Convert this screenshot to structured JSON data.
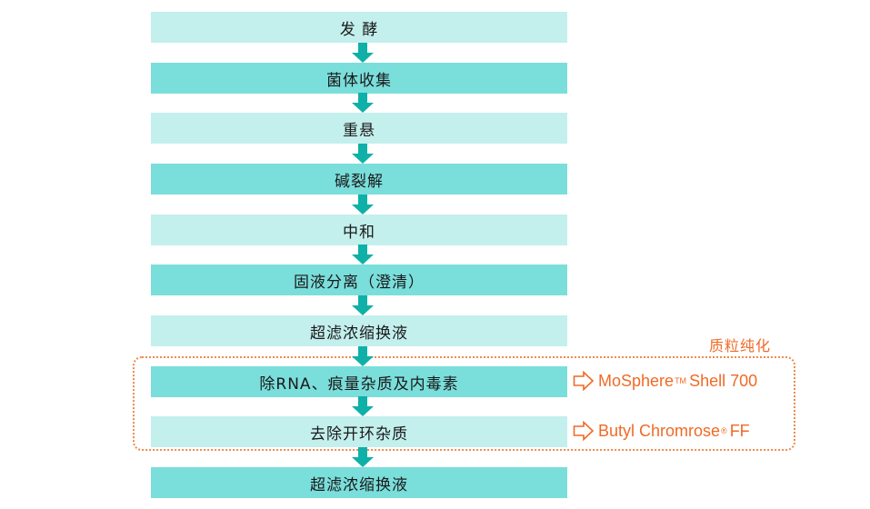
{
  "colors": {
    "step_light": "#c3efed",
    "step_dark": "#7adedb",
    "arrow": "#0fb0a8",
    "accent_orange": "#f06a26"
  },
  "steps": [
    {
      "label": "发 酵",
      "shade": "light"
    },
    {
      "label": "菌体收集",
      "shade": "dark"
    },
    {
      "label": "重悬",
      "shade": "light"
    },
    {
      "label": "碱裂解",
      "shade": "dark"
    },
    {
      "label": "中和",
      "shade": "light"
    },
    {
      "label": "固液分离（澄清）",
      "shade": "dark"
    },
    {
      "label": "超滤浓缩换液",
      "shade": "light"
    },
    {
      "label": "除RNA、痕量杂质及内毒素",
      "shade": "dark"
    },
    {
      "label": "去除开环杂质",
      "shade": "light"
    },
    {
      "label": "超滤浓缩换液",
      "shade": "dark"
    }
  ],
  "purification_group": {
    "label": "质粒纯化",
    "products": [
      {
        "name": "MoSphere",
        "mark": "TM",
        "suffix": "Shell 700",
        "icon": "outline-arrow-right-icon"
      },
      {
        "name": "Butyl Chromrose",
        "mark": "®",
        "suffix": "FF",
        "icon": "outline-arrow-right-icon"
      }
    ]
  }
}
